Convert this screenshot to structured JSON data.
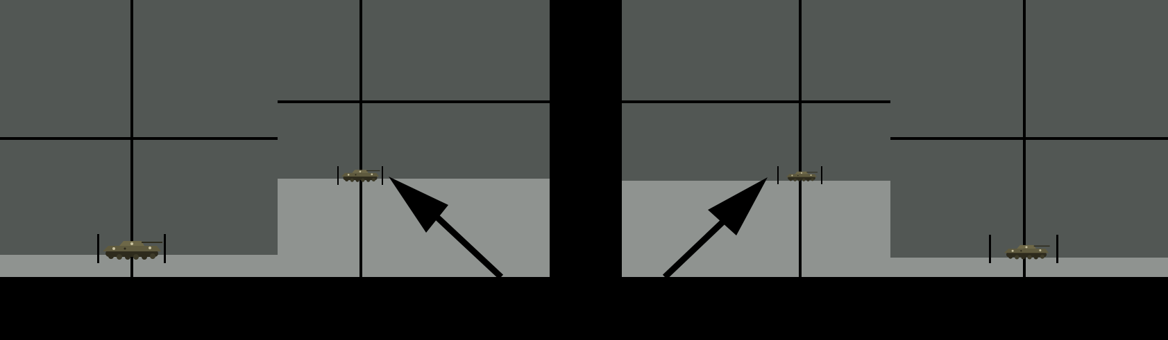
{
  "colors": {
    "sky": "#525754",
    "ground": "#8f9390",
    "reticle": "#000000",
    "tank_body": "#5f5a3e",
    "tank_dark": "#2e2b1d",
    "background": "#000000"
  },
  "icons": {
    "reticle": "crosshair-icon",
    "target": "tank-icon",
    "pointer": "arrow-icon"
  },
  "comparison_panels": [
    {
      "side": "left",
      "sub_views": [
        "close-up",
        "distant"
      ],
      "arrow_direction": "up-left"
    },
    {
      "side": "right",
      "sub_views": [
        "distant",
        "close-up"
      ],
      "arrow_direction": "up-right"
    }
  ]
}
